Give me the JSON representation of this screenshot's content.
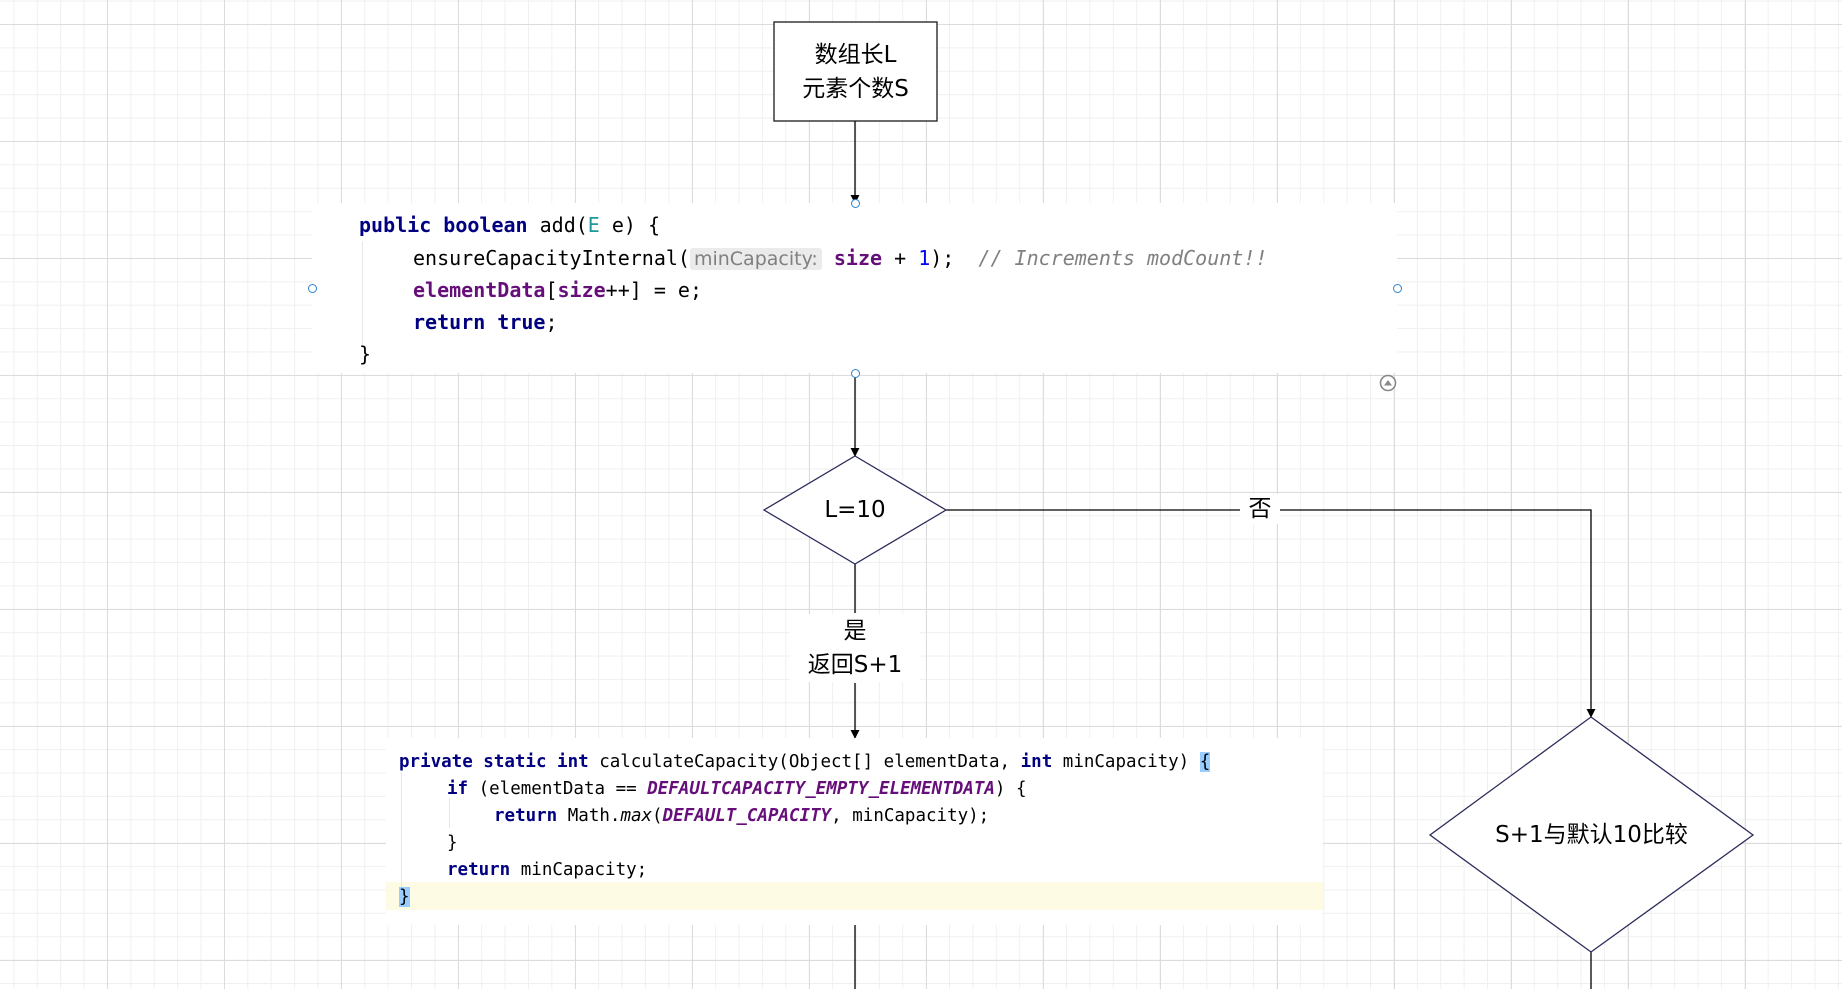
{
  "nodes": {
    "start": {
      "line1": "数组长L",
      "line2": "元素个数S"
    },
    "decision_l10": {
      "label": "L=10"
    },
    "decision_compare": {
      "label": "S+1与默认10比较"
    }
  },
  "edges": {
    "no_label": "否",
    "yes_label_line1": "是",
    "yes_label_line2": "返回S+1"
  },
  "code_add": {
    "signature_kw": "public boolean",
    "signature_rest": " add(",
    "type_param": "E",
    "signature_end": " e) {",
    "line2_call": "ensureCapacityInternal(",
    "line2_hint": "minCapacity:",
    "line2_field": "size",
    "line2_op": " + ",
    "line2_num": "1",
    "line2_end": ");",
    "line2_comment": "// Increments modCount!!",
    "line3_field1": "elementData",
    "line3_bracket": "[",
    "line3_field2": "size",
    "line3_rest": "++] = e;",
    "line4_kw1": "return",
    "line4_kw2": "true",
    "line4_end": ";",
    "close": "}"
  },
  "code_calc": {
    "line1_kw": "private static int",
    "line1_rest": " calculateCapacity(Object[] elementData, ",
    "line1_kw2": "int",
    "line1_end": " minCapacity) ",
    "line1_brace": "{",
    "line2_kw": "if",
    "line2_rest": " (elementData == ",
    "line2_const": "DEFAULTCAPACITY_EMPTY_ELEMENTDATA",
    "line2_end": ") {",
    "line3_kw": "return",
    "line3_rest": " Math.",
    "line3_method": "max",
    "line3_paren": "(",
    "line3_const": "DEFAULT_CAPACITY",
    "line3_end": ", minCapacity);",
    "line4": "}",
    "line5_kw": "return",
    "line5_rest": " minCapacity;",
    "line6": "}"
  },
  "colors": {
    "node_border": "#1a1a1a",
    "diamond_border": "#2b2b5c",
    "edge": "#000000",
    "grid": "#dcdcdc",
    "selection_handle": "#2f83d1",
    "current_line_highlight": "#fdfbe3",
    "brace_highlight": "#99ccff"
  },
  "icons": {
    "collapse": "collapse-arrow-up-icon"
  }
}
